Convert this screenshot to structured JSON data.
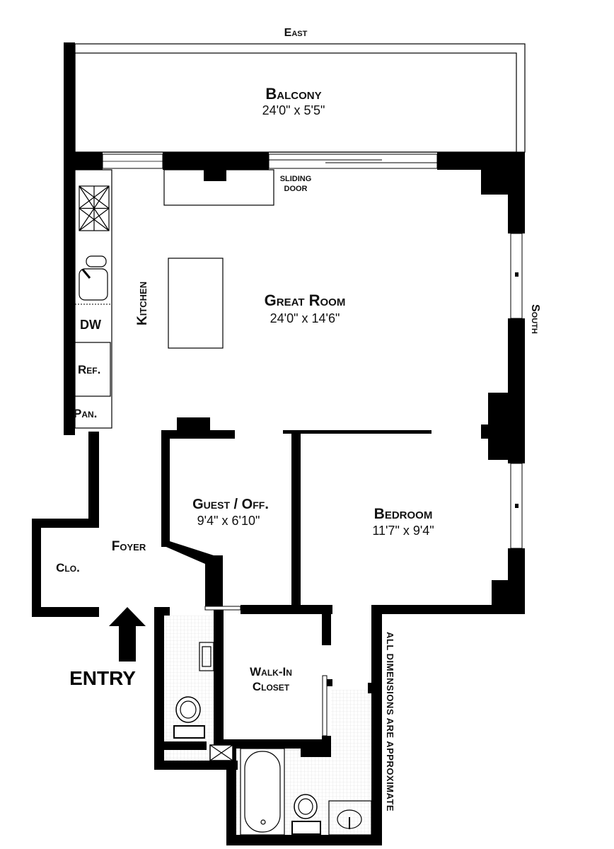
{
  "orientation": {
    "east": "East",
    "south": "South"
  },
  "rooms": {
    "balcony": {
      "name": "Balcony",
      "dims": "24'0\" x 5'5\""
    },
    "great_room": {
      "name": "Great Room",
      "dims": "24'0\" x 14'6\""
    },
    "kitchen": {
      "name": "Kitchen"
    },
    "guest": {
      "name": "Guest / Off.",
      "dims": "9'4\"  x  6'10\""
    },
    "bedroom": {
      "name": "Bedroom",
      "dims": "11'7\"  x  9'4\""
    },
    "foyer": {
      "name": "Foyer"
    },
    "closet": {
      "name": "Clo."
    },
    "walk_in": {
      "name_line1": "Walk-In",
      "name_line2": "Closet"
    }
  },
  "fixtures": {
    "dw": "DW",
    "ref": "Ref.",
    "pan": "Pan.",
    "sliding_door_1": "SLIDING",
    "sliding_door_2": "DOOR"
  },
  "entry": "ENTRY",
  "note": "All dimensions are approximate"
}
